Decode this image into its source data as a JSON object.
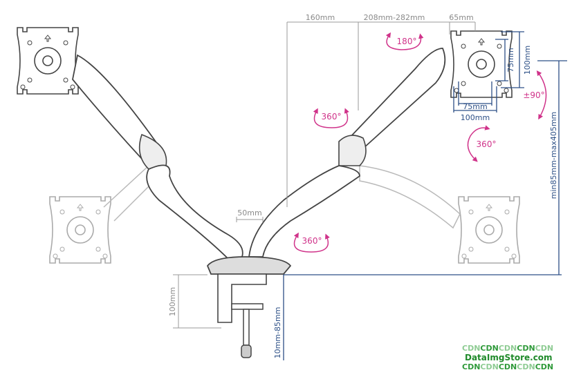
{
  "dimensions": {
    "top_segment_1": "160mm",
    "top_segment_2": "208mm-282mm",
    "top_segment_3": "65mm",
    "vesa_inner_vertical": "75mm",
    "vesa_outer_vertical": "100mm",
    "vesa_inner_horizontal": "75mm",
    "vesa_outer_horizontal": "100mm",
    "height_range": "min85mm-max405mm",
    "pole_spacing": "50mm",
    "clamp_height": "100mm",
    "desk_thickness": "10mm-85mm"
  },
  "rotations": {
    "tilt": "180°",
    "arm_upper": "360°",
    "head_swivel": "360°",
    "portrait": "±90°",
    "arm_lower": "360°"
  },
  "watermark": {
    "line1": [
      "CDN",
      "CDN",
      "CDN",
      "CDN",
      "CDN"
    ],
    "line2": "DataImgStore.com",
    "line3": [
      "CDN",
      "CDN",
      "CDN",
      "CDN",
      "CDN"
    ]
  },
  "colors": {
    "dimension_blue": "#2c4f86",
    "rotation_pink": "#d0338a",
    "line_gray": "#555555"
  }
}
